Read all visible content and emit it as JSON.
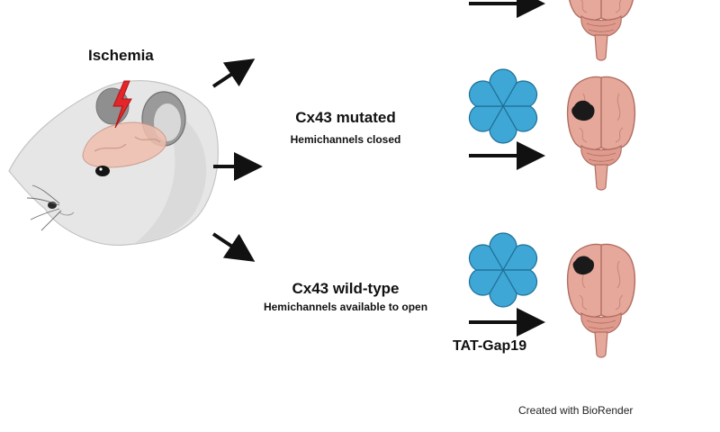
{
  "ischemia_label": "Ischemia",
  "branches": [
    {
      "title": "Cx43 mutated",
      "subtitle": "Hemichannels closed"
    },
    {
      "title": "Cx43 wild-type",
      "subtitle": "Hemichannels available to open"
    }
  ],
  "treatment_label": "TAT-Gap19",
  "credit": "Created with BioRender",
  "colors": {
    "hemichannel": "#3ea7d6",
    "brain": "#e6a89a",
    "brain_outline": "#b06e62",
    "lesion": "#1a1a1a",
    "lightning": "#e3262a",
    "mouse_fur": "#e6e6e6",
    "arrow": "#111111"
  },
  "icons": [
    "mouse-icon",
    "lightning-icon",
    "brain-icon",
    "hemichannel-icon",
    "lesion-icon",
    "arrow-icon"
  ]
}
